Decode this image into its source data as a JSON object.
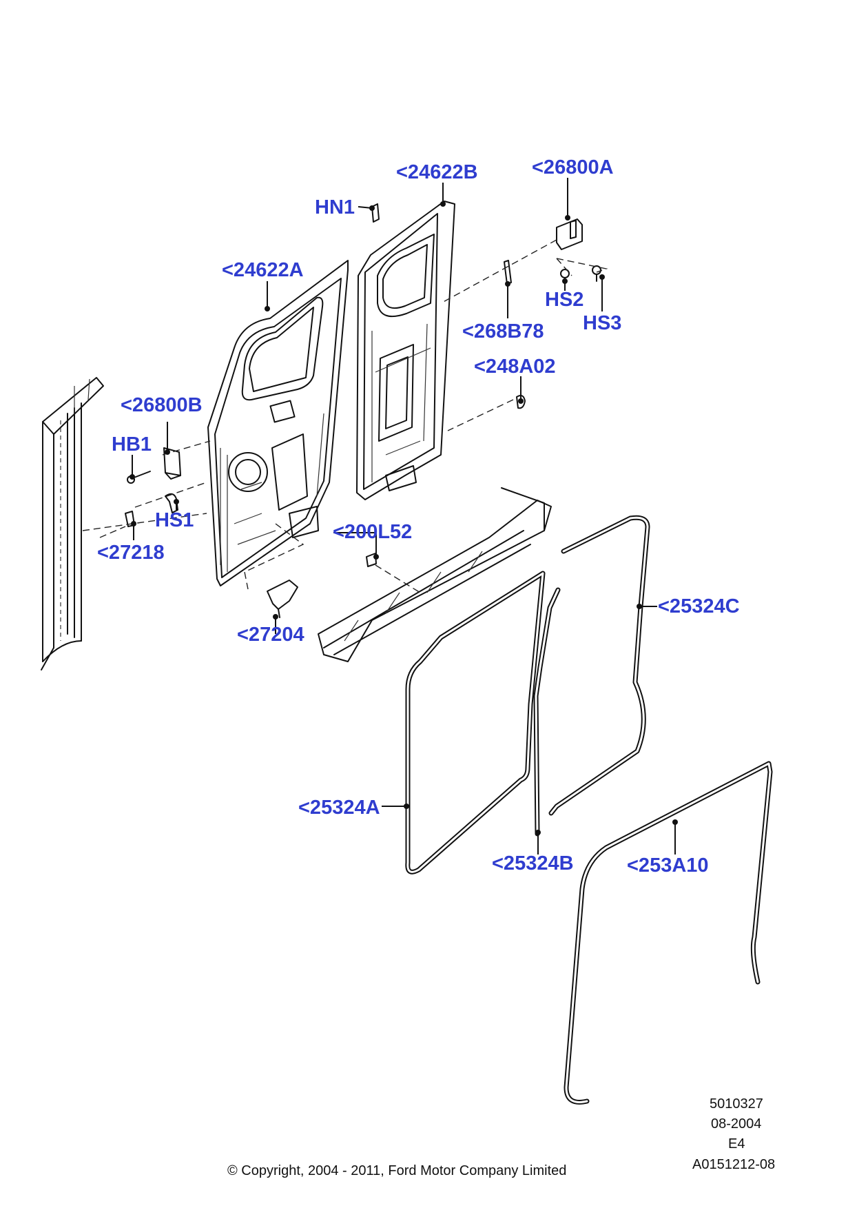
{
  "callouts": {
    "p24622b": "<24622B",
    "p26800a": "<26800A",
    "hn1": "HN1",
    "p24622a": "<24622A",
    "hs2": "HS2",
    "p268b78": "<268B78",
    "hs3": "HS3",
    "p248a02": "<248A02",
    "p26800b": "<26800B",
    "hb1": "HB1",
    "hs1": "HS1",
    "p27218": "<27218",
    "p200l52": "<200L52",
    "p25324c": "<25324C",
    "p27204": "<27204",
    "p25324a": "<25324A",
    "p25324b": "<25324B",
    "p253a10": "<253A10"
  },
  "footer": {
    "ref_number": "5010327",
    "date": "08-2004",
    "edition": "E4",
    "illustration_id": "A0151212-08",
    "copyright": "© Copyright, 2004 - 2011, Ford Motor Company Limited"
  },
  "colors": {
    "callout": "#2f3dcf",
    "linework": "#111111",
    "background": "#ffffff"
  }
}
